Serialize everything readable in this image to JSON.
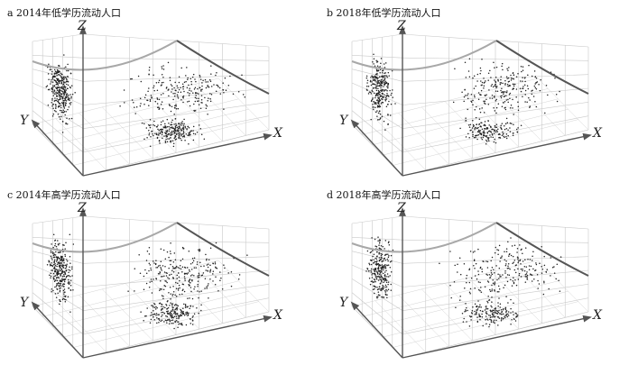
{
  "colors": {
    "grid": "#c9c9c9",
    "axis": "#555555",
    "curve_left": "#a8a8a8",
    "curve_right": "#555555",
    "point": "#222222"
  },
  "chart_data": [
    {
      "type": "scatter",
      "subtype": "3d-density-projection",
      "title": "a 2014年低学历流动人口",
      "axes": {
        "x": "X",
        "y": "Y",
        "z": "Z"
      },
      "grid": true,
      "seed": 11,
      "clusters": {
        "back_wall": 330,
        "side_wall": 230,
        "floor": 220
      }
    },
    {
      "type": "scatter",
      "subtype": "3d-density-projection",
      "title": "b 2018年低学历流动人口",
      "axes": {
        "x": "X",
        "y": "Y",
        "z": "Z"
      },
      "grid": true,
      "seed": 23,
      "clusters": {
        "back_wall": 290,
        "side_wall": 250,
        "floor": 170
      }
    },
    {
      "type": "scatter",
      "subtype": "3d-density-projection",
      "title": "c 2014年高学历流动人口",
      "axes": {
        "x": "X",
        "y": "Y",
        "z": "Z"
      },
      "grid": true,
      "seed": 37,
      "clusters": {
        "back_wall": 300,
        "side_wall": 260,
        "floor": 200
      }
    },
    {
      "type": "scatter",
      "subtype": "3d-density-projection",
      "title": "d 2018年高学历流动人口",
      "axes": {
        "x": "X",
        "y": "Y",
        "z": "Z"
      },
      "grid": true,
      "seed": 53,
      "clusters": {
        "back_wall": 270,
        "side_wall": 240,
        "floor": 170
      }
    }
  ]
}
